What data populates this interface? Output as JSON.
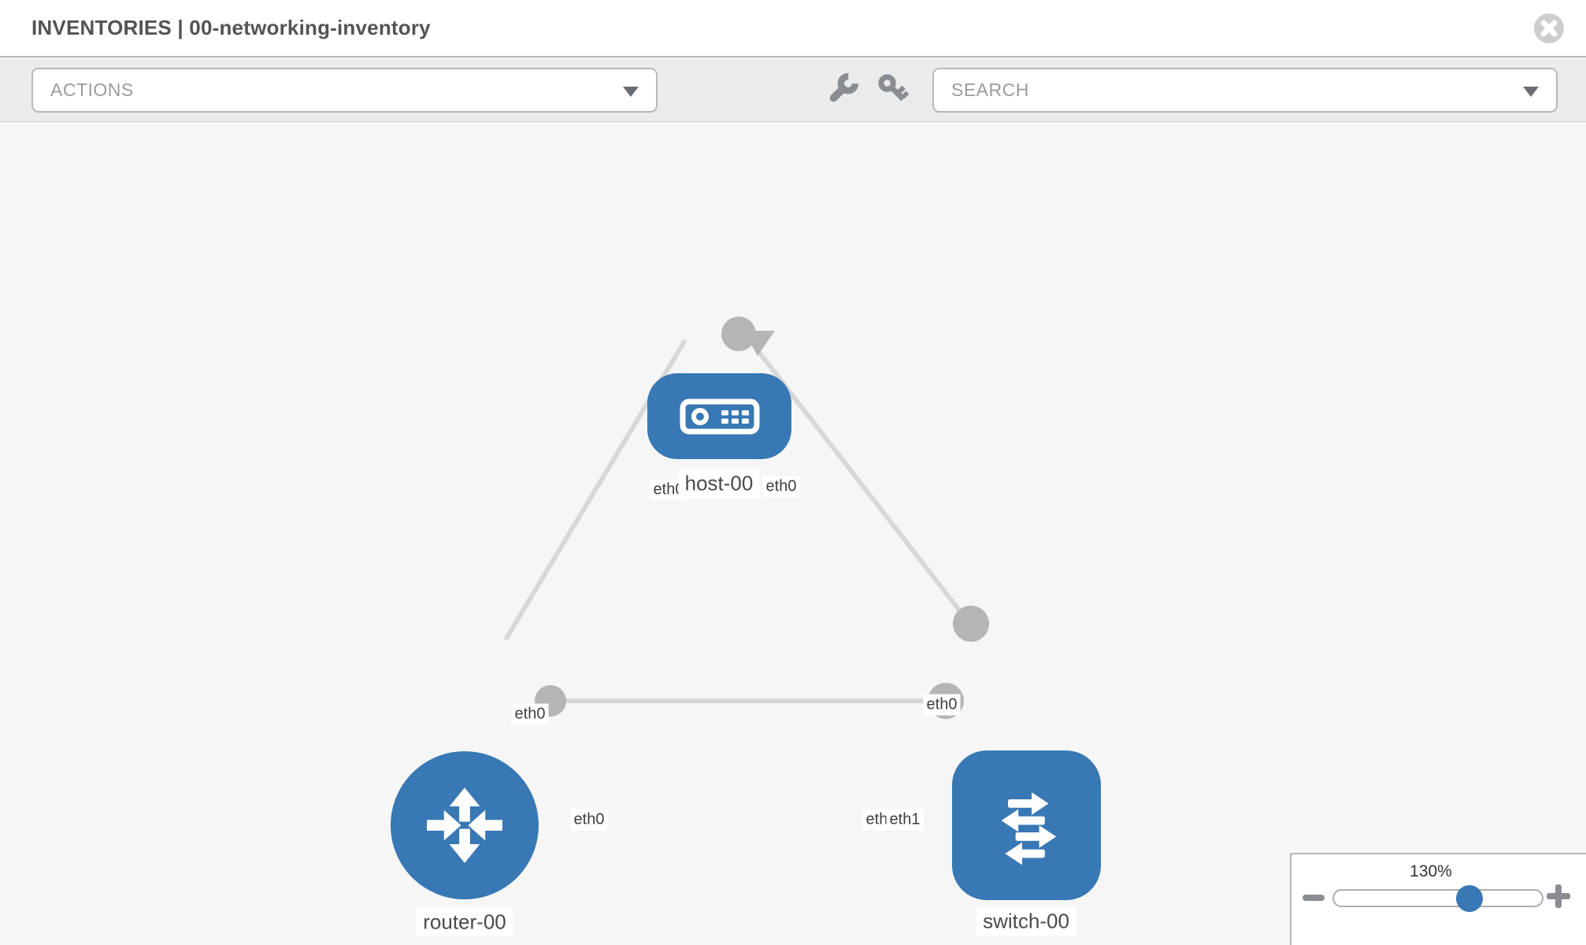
{
  "header": {
    "title": "INVENTORIES | 00-networking-inventory"
  },
  "toolbar": {
    "actions_label": "ACTIONS",
    "search_placeholder": "SEARCH",
    "icons": [
      "wrench-icon",
      "key-icon"
    ]
  },
  "colors": {
    "node_blue": "#3878b4",
    "link_gray": "#d8d8d8",
    "connector_gray": "#b5b5b5",
    "canvas_bg": "#f6f6f6",
    "toolbar_bg": "#ebebeb"
  },
  "topology": {
    "nodes": [
      {
        "id": "host-00",
        "type": "host",
        "label": "host-00"
      },
      {
        "id": "router-00",
        "type": "router",
        "label": "router-00"
      },
      {
        "id": "switch-00",
        "type": "switch",
        "label": "switch-00"
      }
    ],
    "links": [
      {
        "from": "host-00",
        "to": "router-00"
      },
      {
        "from": "host-00",
        "to": "switch-00"
      },
      {
        "from": "router-00",
        "to": "switch-00"
      }
    ],
    "interface_labels": [
      {
        "link": "host-router",
        "end": "host",
        "text": "eth0"
      },
      {
        "link": "host-router",
        "end": "router",
        "text": "eth0"
      },
      {
        "link": "host-switch",
        "end": "host",
        "text": "eth0"
      },
      {
        "link": "host-switch",
        "end": "switch",
        "text": "eth0"
      },
      {
        "link": "router-switch",
        "end": "router",
        "text": "eth0"
      },
      {
        "link": "router-switch",
        "end": "switch-back",
        "text": "eth0"
      },
      {
        "link": "router-switch",
        "end": "switch-front",
        "text": "eth1"
      }
    ]
  },
  "zoom_control": {
    "value": "130%",
    "slider_percent": 65,
    "zoom_out_icon": "minus",
    "zoom_in_icon": "plus"
  }
}
